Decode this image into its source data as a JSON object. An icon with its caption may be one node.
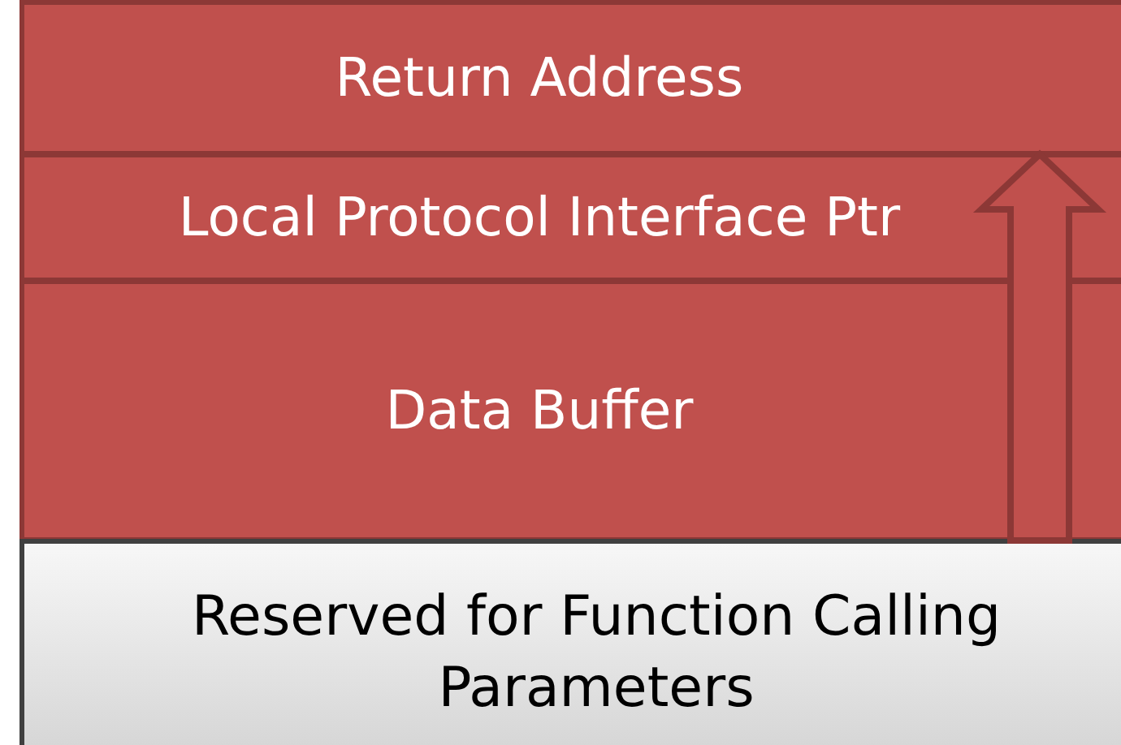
{
  "diagram": {
    "nodes": [
      {
        "text": [
          "Return Address"
        ]
      },
      {
        "text": [
          "Local Protocol Interface Ptr"
        ]
      },
      {
        "text": [
          "Data Buffer"
        ]
      },
      {
        "text": [
          "Reserved for Function Calling Parameters"
        ]
      }
    ],
    "edges": [
      {
        "from": 3,
        "to": 0,
        "arrow": "to"
      }
    ]
  }
}
